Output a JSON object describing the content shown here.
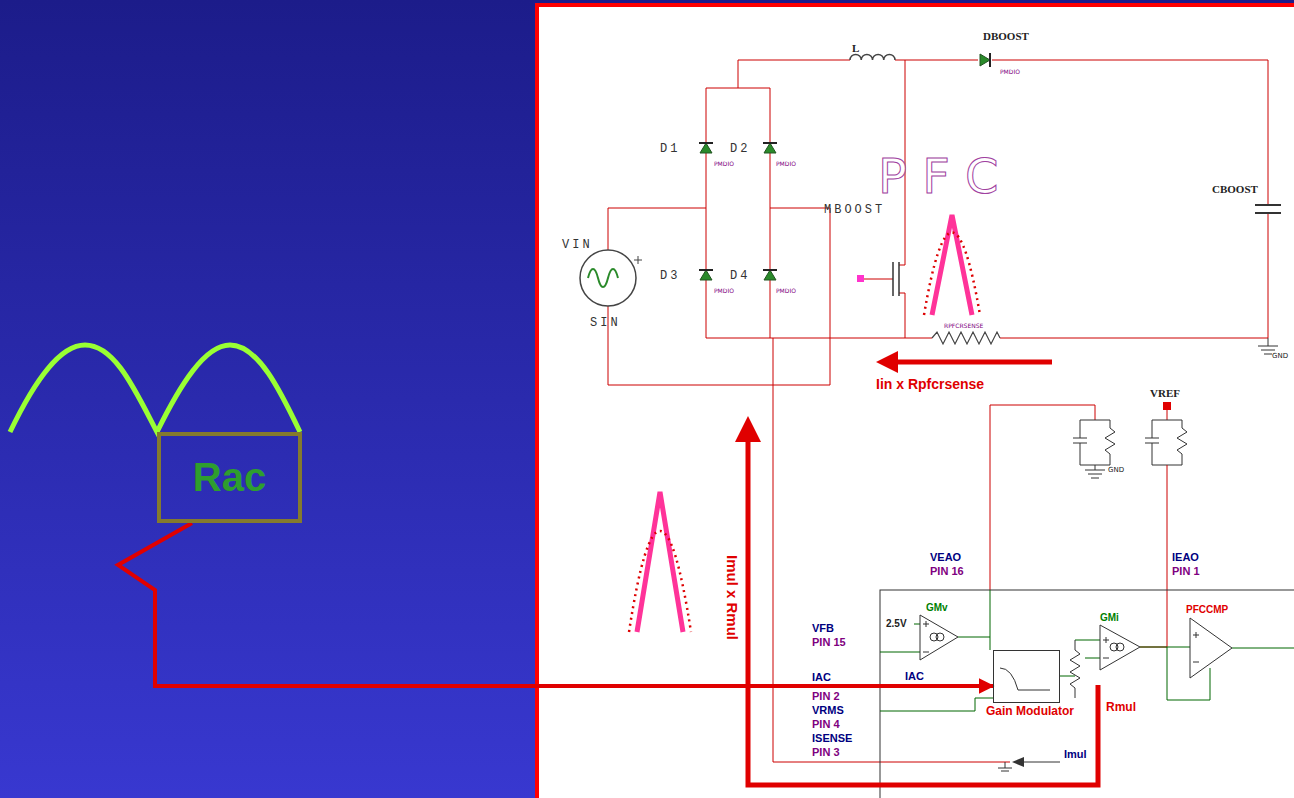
{
  "diagram": {
    "nodes": [
      {
        "text": [
          "Rac"
        ]
      },
      {
        "text": [
          "Gain Modulator"
        ]
      }
    ],
    "edges": [
      {
        "from": 0,
        "to": 1,
        "arrow": "to"
      }
    ],
    "labels": [
      "L",
      "DBOOST",
      "PMDIO",
      "D1",
      "PMDIO",
      "D2",
      "PMDIO",
      "VIN",
      "D3",
      "PMDIO",
      "D4",
      "PMDIO",
      "SIN",
      "P F C",
      "MBOOST",
      "CBOOST",
      "RPFCRSENSE",
      "GND",
      "Iin x Rpfcrsense",
      "VREF",
      "GND",
      "VEAO",
      "PIN 16",
      "IEAO",
      "PIN 1",
      "GMv",
      "2.5V",
      "GMi",
      "PFCCMP",
      "VFB",
      "PIN 15",
      "IAC",
      "PIN 2",
      "VRMS",
      "PIN 4",
      "ISENSE",
      "PIN 3",
      "IAC",
      "Rmul",
      "Imul",
      "Imul x Rmul"
    ]
  }
}
